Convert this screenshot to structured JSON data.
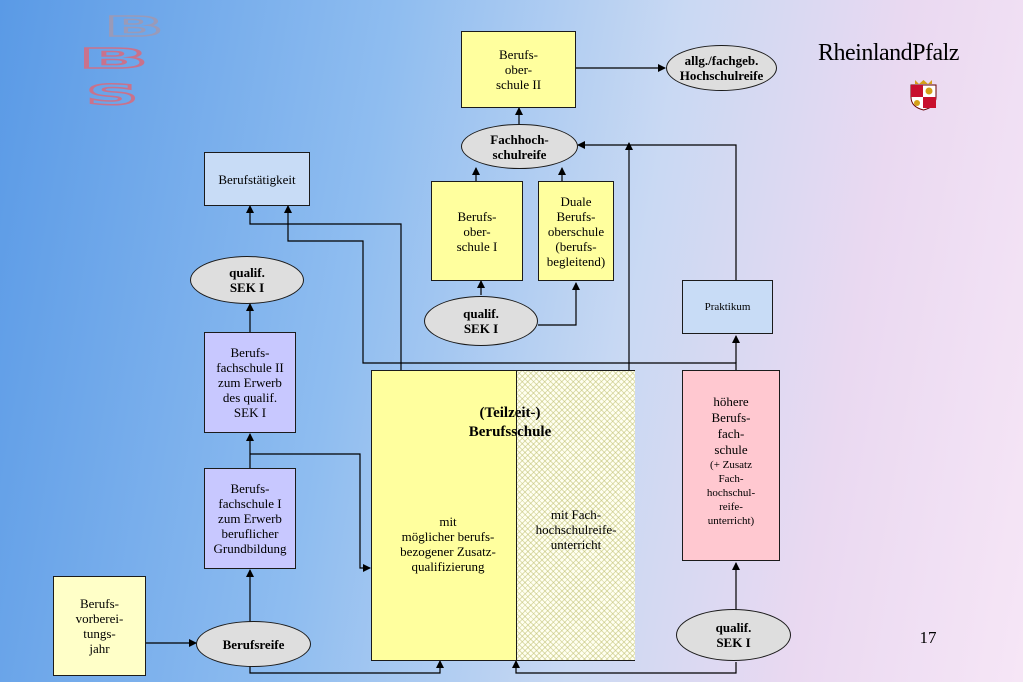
{
  "logo_bbs": [
    "B",
    "B",
    "S"
  ],
  "logo_rlp": {
    "text": "RheinlandPfalz"
  },
  "page_number": "17",
  "nodes": {
    "bos2": "Berufs-\nober-\nschule II",
    "hochschulreife": "allg./fachgeb.\nHochschulreife",
    "fachhochschulreife": "Fachhoch-\nschulreife",
    "berufstaetigkeit": "Berufstätigkeit",
    "bos1": "Berufs-\nober-\nschule I",
    "duale_bos": "Duale\nBerufs-\noberschule\n(berufs-\nbegleitend)",
    "qualif_left": "qualif.\nSEK I",
    "qualif_mid": "qualif.\nSEK I",
    "qualif_right": "qualif.\nSEK I",
    "praktikum": "Praktikum",
    "bf2": "Berufs-\nfachschule II\nzum Erwerb\ndes qualif.\nSEK I",
    "bf1": "Berufs-\nfachschule I\nzum Erwerb\nberuflicher\nGrundbildung",
    "bvj": "Berufs-\nvorberei-\ntungs-\njahr",
    "berufsreife": "Berufsreife",
    "berufsschule_title": "(Teilzeit-)\nBerufsschule",
    "berufsschule_left": "mit\nmöglicher berufs-\nbezogener Zusatz-\nqualifizierung",
    "berufsschule_right": "mit Fach-\nhochschulreife-\nunterricht",
    "hbf_main": "höhere\nBerufs-\nfach-\nschule",
    "hbf_sub": "(+ Zusatz\nFach-\nhochschul-\nreife-\nunterricht)"
  },
  "colors": {
    "yellow": "#ffff9e",
    "light_blue": "#c8dcf6",
    "purple": "#c8c8ff",
    "pink": "#ffc8d0",
    "oval_grey": "#dedede"
  }
}
